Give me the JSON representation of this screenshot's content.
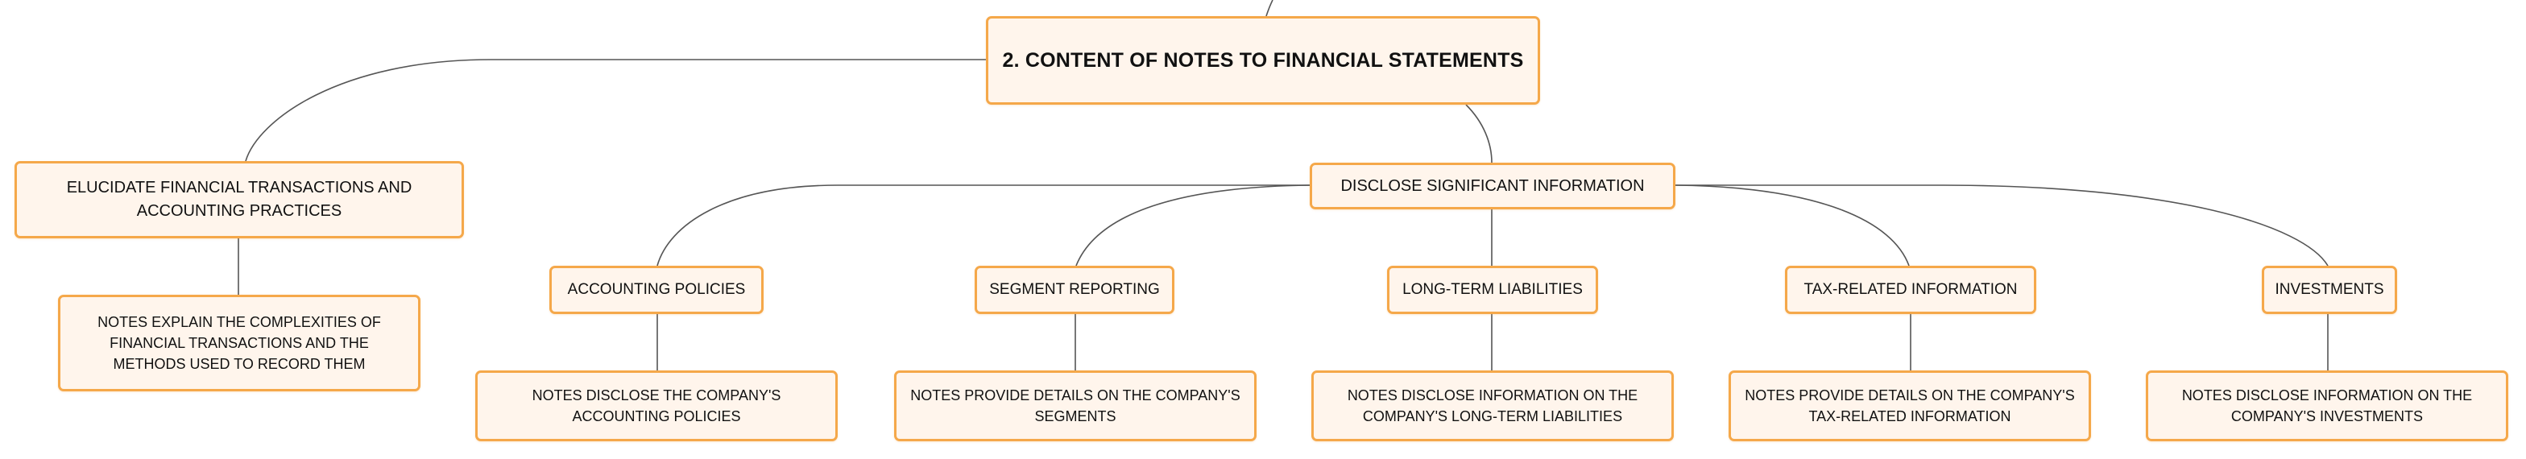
{
  "mindmap": {
    "root": "2. CONTENT OF NOTES TO FINANCIAL STATEMENTS",
    "elucidate": {
      "label": "ELUCIDATE FINANCIAL TRANSACTIONS AND ACCOUNTING PRACTICES",
      "note": "NOTES EXPLAIN THE COMPLEXITIES OF FINANCIAL TRANSACTIONS AND THE METHODS USED TO RECORD THEM"
    },
    "disclose": {
      "label": "DISCLOSE SIGNIFICANT INFORMATION",
      "children": [
        {
          "label": "ACCOUNTING POLICIES",
          "note": "NOTES DISCLOSE THE COMPANY'S ACCOUNTING POLICIES"
        },
        {
          "label": "SEGMENT REPORTING",
          "note": "NOTES PROVIDE DETAILS ON THE COMPANY'S SEGMENTS"
        },
        {
          "label": "LONG-TERM LIABILITIES",
          "note": "NOTES DISCLOSE INFORMATION ON THE COMPANY'S LONG-TERM LIABILITIES"
        },
        {
          "label": "TAX-RELATED INFORMATION",
          "note": "NOTES PROVIDE DETAILS ON THE COMPANY'S TAX-RELATED INFORMATION"
        },
        {
          "label": "INVESTMENTS",
          "note": "NOTES DISCLOSE INFORMATION ON THE COMPANY'S INVESTMENTS"
        }
      ]
    }
  },
  "colors": {
    "node_fill": "#fff5ec",
    "node_border": "#f5a84a",
    "connector": "#555555",
    "text": "#111111"
  }
}
